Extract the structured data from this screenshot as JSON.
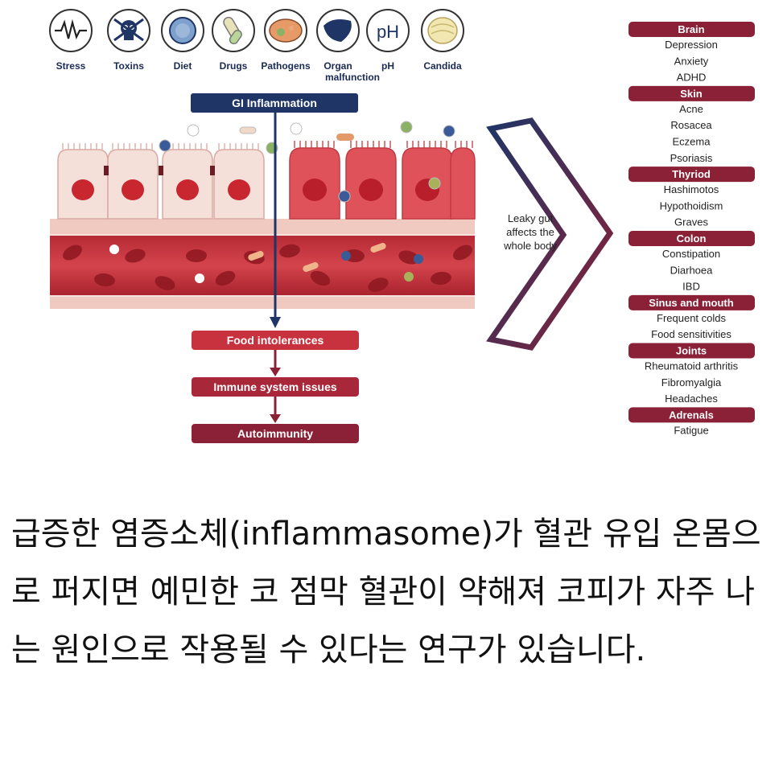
{
  "causes": [
    {
      "label": "Stress",
      "icon": "stress-wave-icon"
    },
    {
      "label": "Toxins",
      "icon": "skull-icon"
    },
    {
      "label": "Diet",
      "icon": "food-icon"
    },
    {
      "label": "Drugs",
      "icon": "pill-icon"
    },
    {
      "label": "Pathogens",
      "icon": "pathogen-icon"
    },
    {
      "label": "Organ",
      "label2": "malfunction",
      "icon": "liver-icon"
    },
    {
      "label": "pH",
      "icon": "ph-icon"
    },
    {
      "label": "Candida",
      "icon": "candida-icon"
    }
  ],
  "ph_symbol": "pH",
  "gi_label": "GI Inflammation",
  "leaky": [
    "Leaky gut",
    "affects the",
    "whole body"
  ],
  "flow": [
    "Food intolerances",
    "Immune system issues",
    "Autoimmunity"
  ],
  "systems": [
    {
      "header": "Brain",
      "items": [
        "Depression",
        "Anxiety",
        "ADHD"
      ]
    },
    {
      "header": "Skin",
      "items": [
        "Acne",
        "Rosacea",
        "Eczema",
        "Psoriasis"
      ]
    },
    {
      "header": "Thyriod",
      "items": [
        "Hashimotos",
        "Hypothoidism",
        "Graves"
      ]
    },
    {
      "header": "Colon",
      "items": [
        "Constipation",
        "Diarhoea",
        "IBD"
      ]
    },
    {
      "header": "Sinus and mouth",
      "items": [
        "Frequent colds",
        "Food sensitivities"
      ]
    },
    {
      "header": "Joints",
      "items": [
        "Rheumatoid arthritis",
        "Fibromyalgia",
        "Headaches"
      ]
    },
    {
      "header": "Adrenals",
      "items": [
        "Fatigue"
      ]
    }
  ],
  "caption": "급증한 염증소체(inflammasome)가 혈관 유입 온몸으로 퍼지면 예민한 코 점막 혈관이 약해져 코피가 자주 나는 원인으로 작용될 수 있다는 연구가 있습니다.",
  "colors": {
    "maroon": "#8b2137",
    "navy": "#1f3566",
    "blood": "#c8323e",
    "cell": "#f3d9d3"
  }
}
